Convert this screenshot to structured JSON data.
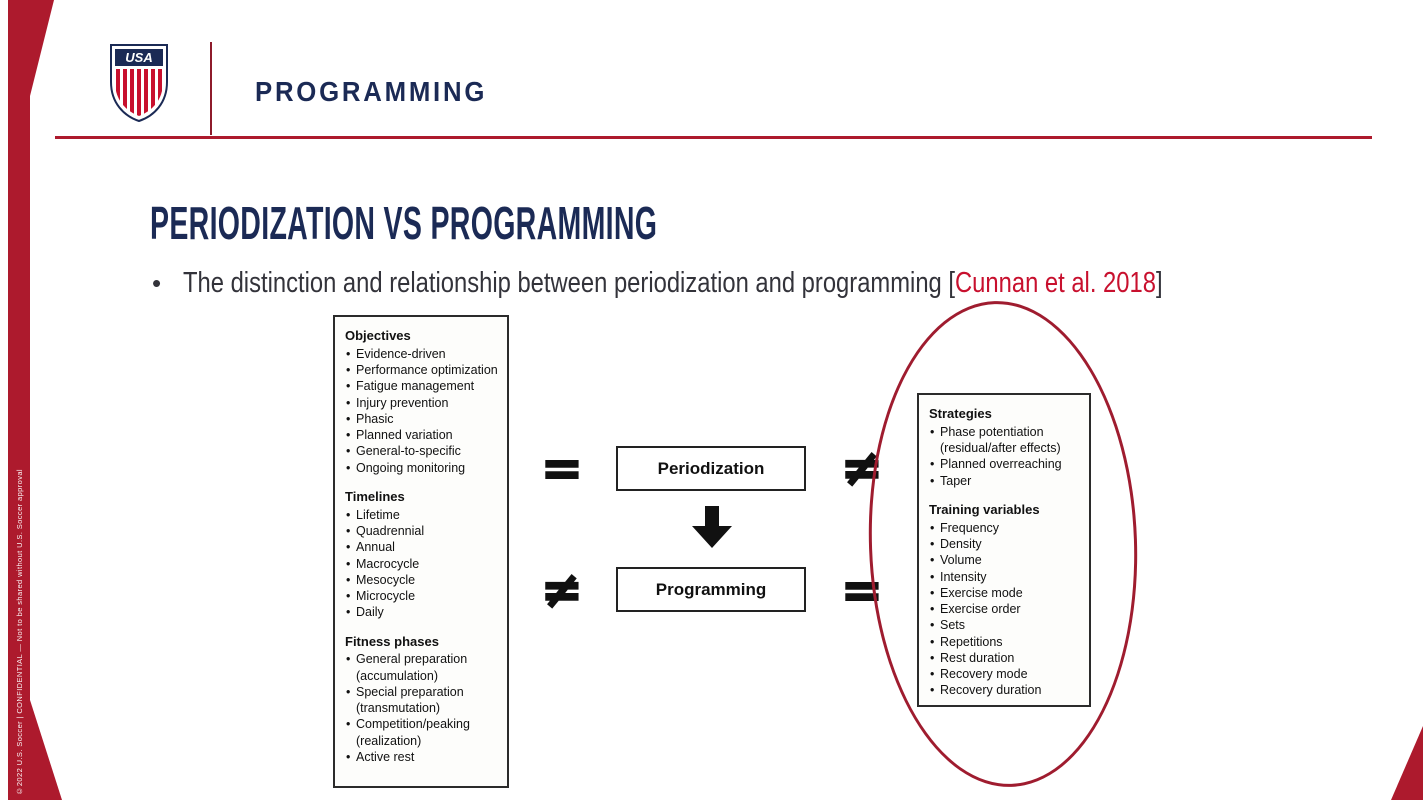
{
  "header": {
    "label": "PROGRAMMING"
  },
  "crest": {
    "label": "USA"
  },
  "sidebar": {
    "copyright": "©2022 U.S. Soccer  |  CONFIDENTIAL — Not to be shared without U.S. Soccer approval"
  },
  "slide": {
    "title": "PERIODIZATION VS PROGRAMMING",
    "bullet": {
      "text_before": "The distinction and relationship between periodization and programming [",
      "citation": "Cunnan et al. 2018",
      "text_after": "]"
    }
  },
  "diagram": {
    "left_box": {
      "sections": [
        {
          "heading": "Objectives",
          "items": [
            "Evidence-driven",
            "Performance optimization",
            "Fatigue management",
            "Injury prevention",
            "Phasic",
            "Planned variation",
            "General-to-specific",
            "Ongoing monitoring"
          ]
        },
        {
          "heading": "Timelines",
          "items": [
            "Lifetime",
            "Quadrennial",
            "Annual",
            "Macrocycle",
            "Mesocycle",
            "Microcycle",
            "Daily"
          ]
        },
        {
          "heading": "Fitness phases",
          "items": [
            "General preparation (accumulation)",
            "Special preparation (transmutation)",
            "Competition/peaking (realization)",
            "Active rest"
          ]
        }
      ]
    },
    "center": {
      "top_label": "Periodization",
      "bottom_label": "Programming"
    },
    "right_box": {
      "sections": [
        {
          "heading": "Strategies",
          "items": [
            "Phase potentiation (residual/after effects)",
            "Planned overreaching",
            "Taper"
          ]
        },
        {
          "heading": "Training variables",
          "items": [
            "Frequency",
            "Density",
            "Volume",
            "Intensity",
            "Exercise mode",
            "Exercise order",
            "Sets",
            "Repetitions",
            "Rest duration",
            "Recovery mode",
            "Recovery duration"
          ]
        }
      ]
    },
    "symbols": {
      "equal": "=",
      "not_equal": "≠"
    }
  },
  "colors": {
    "red": "#AD1A2D",
    "navy": "#1B2A55",
    "citation_red": "#C8102E",
    "diagram_ink": "#111111"
  }
}
